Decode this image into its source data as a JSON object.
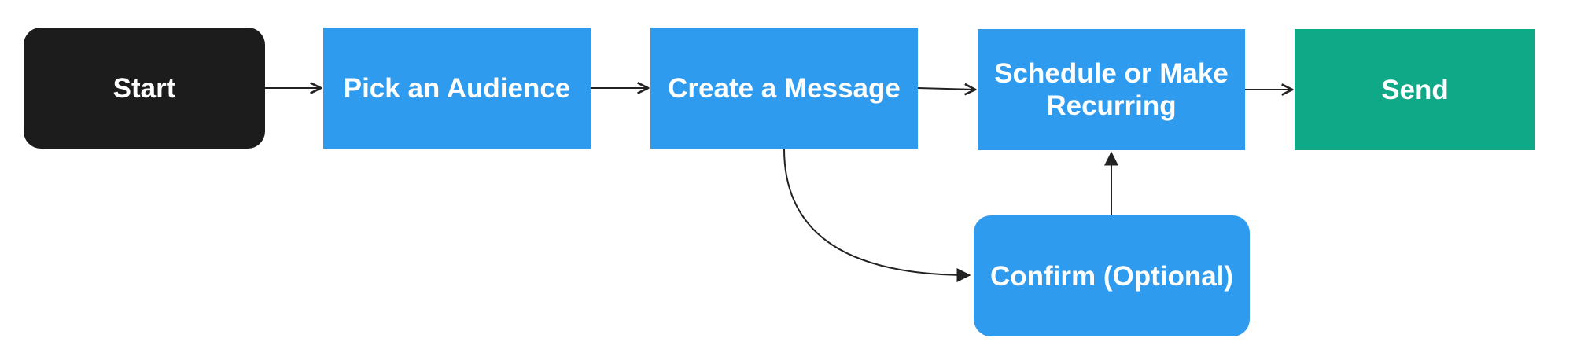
{
  "colors": {
    "start_fill": "#1c1c1c",
    "step_fill": "#2f9bef",
    "send_fill": "#0fa987",
    "text": "#ffffff",
    "connector": "#222222"
  },
  "nodes": {
    "start": {
      "label": "Start"
    },
    "pick_audience": {
      "label": "Pick an Audience"
    },
    "create_message": {
      "label": "Create a Message"
    },
    "schedule": {
      "label": "Schedule or Make Recurring"
    },
    "send": {
      "label": "Send"
    },
    "confirm": {
      "label": "Confirm (Optional)"
    }
  },
  "edges": [
    {
      "from": "start",
      "to": "pick_audience"
    },
    {
      "from": "pick_audience",
      "to": "create_message"
    },
    {
      "from": "create_message",
      "to": "schedule"
    },
    {
      "from": "schedule",
      "to": "send"
    },
    {
      "from": "create_message",
      "to": "confirm"
    },
    {
      "from": "confirm",
      "to": "schedule"
    }
  ]
}
